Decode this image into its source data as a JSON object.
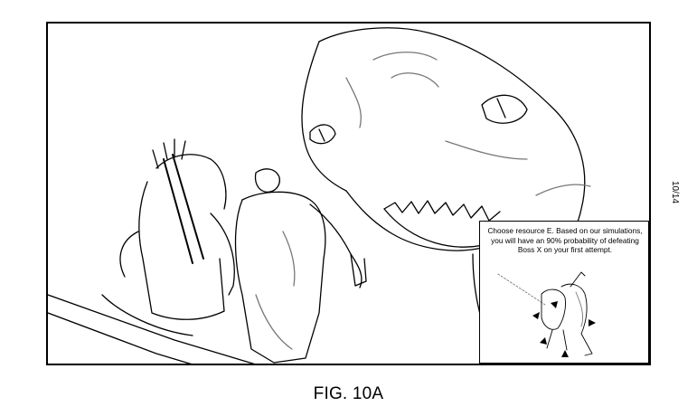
{
  "popup": {
    "message": "Choose resource E.  Based on our simulations, you will have an 90% probability of defeating Boss X on your first attempt."
  },
  "figure": {
    "caption": "FIG. 10A",
    "sheet_number": "10/14"
  },
  "colors": {
    "line": "#000000",
    "background": "#ffffff"
  },
  "icons": [
    "dinosaur-boss-illustration",
    "archer-character-illustration",
    "warrior-character-illustration",
    "direction-arrow-icon"
  ]
}
